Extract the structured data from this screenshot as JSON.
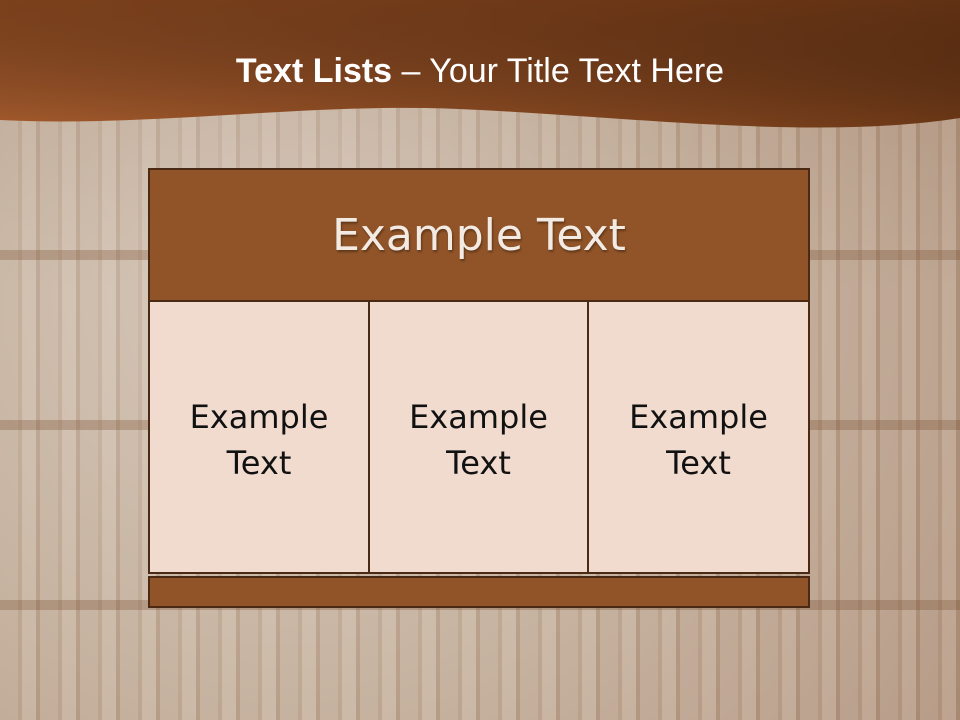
{
  "slide": {
    "title_bold": "Text Lists",
    "title_rest": " – Your Title Text Here",
    "header_text": "Example Text",
    "cells": [
      {
        "line1": "Example",
        "line2": "Text"
      },
      {
        "line1": "Example",
        "line2": "Text"
      },
      {
        "line1": "Example",
        "line2": "Text"
      }
    ]
  },
  "colors": {
    "header_brown": "#915428",
    "cell_fill": "#f1dbcf",
    "border": "#4a2a14",
    "title_text": "#ffffff"
  }
}
